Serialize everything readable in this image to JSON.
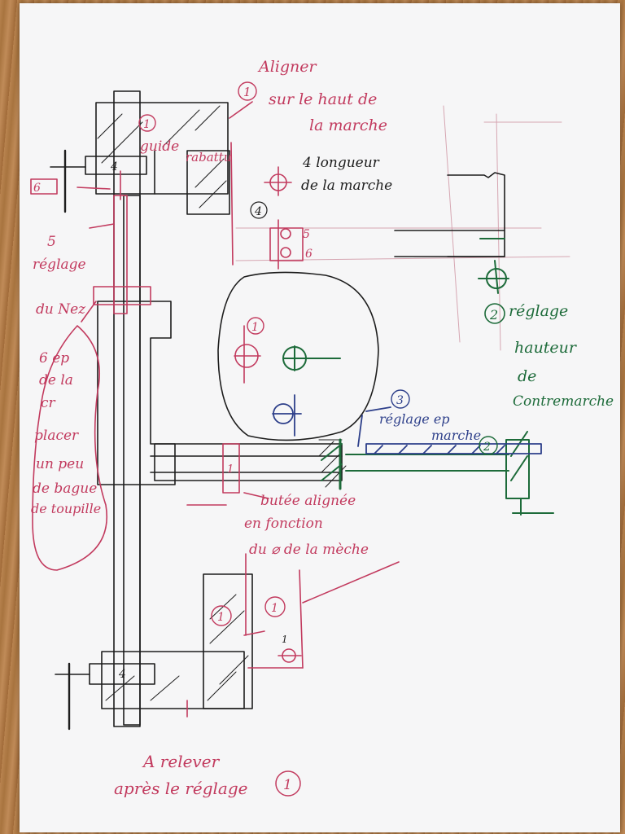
{
  "colors": {
    "paper": "#f6f6f7",
    "red_ink": "#c23a5e",
    "black_ink": "#1d1d1d",
    "green_ink": "#1d6b3a",
    "blue_ink": "#2d3f8a"
  },
  "notes": {
    "n1_circle": "1",
    "n1_line1": "Aligner",
    "n1_line2": "sur le haut de",
    "n1_line3": "la marche",
    "guide_circle": "1",
    "guide_label": "guide",
    "rabattu_label": "rabattu",
    "label_4_top": "4",
    "label_6_box": "6",
    "longueur_line1": "4 longueur",
    "longueur_line2": "de la marche",
    "label_4_circle": "4",
    "label_5": "5",
    "label_6": "6",
    "reglage_nez_1": "5",
    "reglage_nez_2": "réglage",
    "reglage_nez_3": "du Nez",
    "ep_line1": "6 ep",
    "ep_line2": "de la",
    "ep_line3": "cr",
    "ep_line4": "placer",
    "ep_line5": "un peu",
    "ep_line6": "de bague",
    "ep_line7": "de toupille",
    "circle_label": "1",
    "hauteur_circle": "2",
    "hauteur_1": "réglage",
    "hauteur_2": "hauteur",
    "hauteur_3": "de",
    "hauteur_4": "Contremarche",
    "ep_marche_circle": "3",
    "ep_marche_1": "réglage ep",
    "ep_marche_2": "marche",
    "label_2_green": "2",
    "label_1_stop": "1",
    "butee_1": "butée alignée",
    "butee_2": "en fonction",
    "butee_3": "du ⌀ de la mèche",
    "lower_circle_a": "1",
    "lower_circle_b": "1",
    "lower_circle_c": "1",
    "label_4_bottom": "4",
    "relever_1": "A relever",
    "relever_2": "après le réglage",
    "relever_circle": "1"
  }
}
